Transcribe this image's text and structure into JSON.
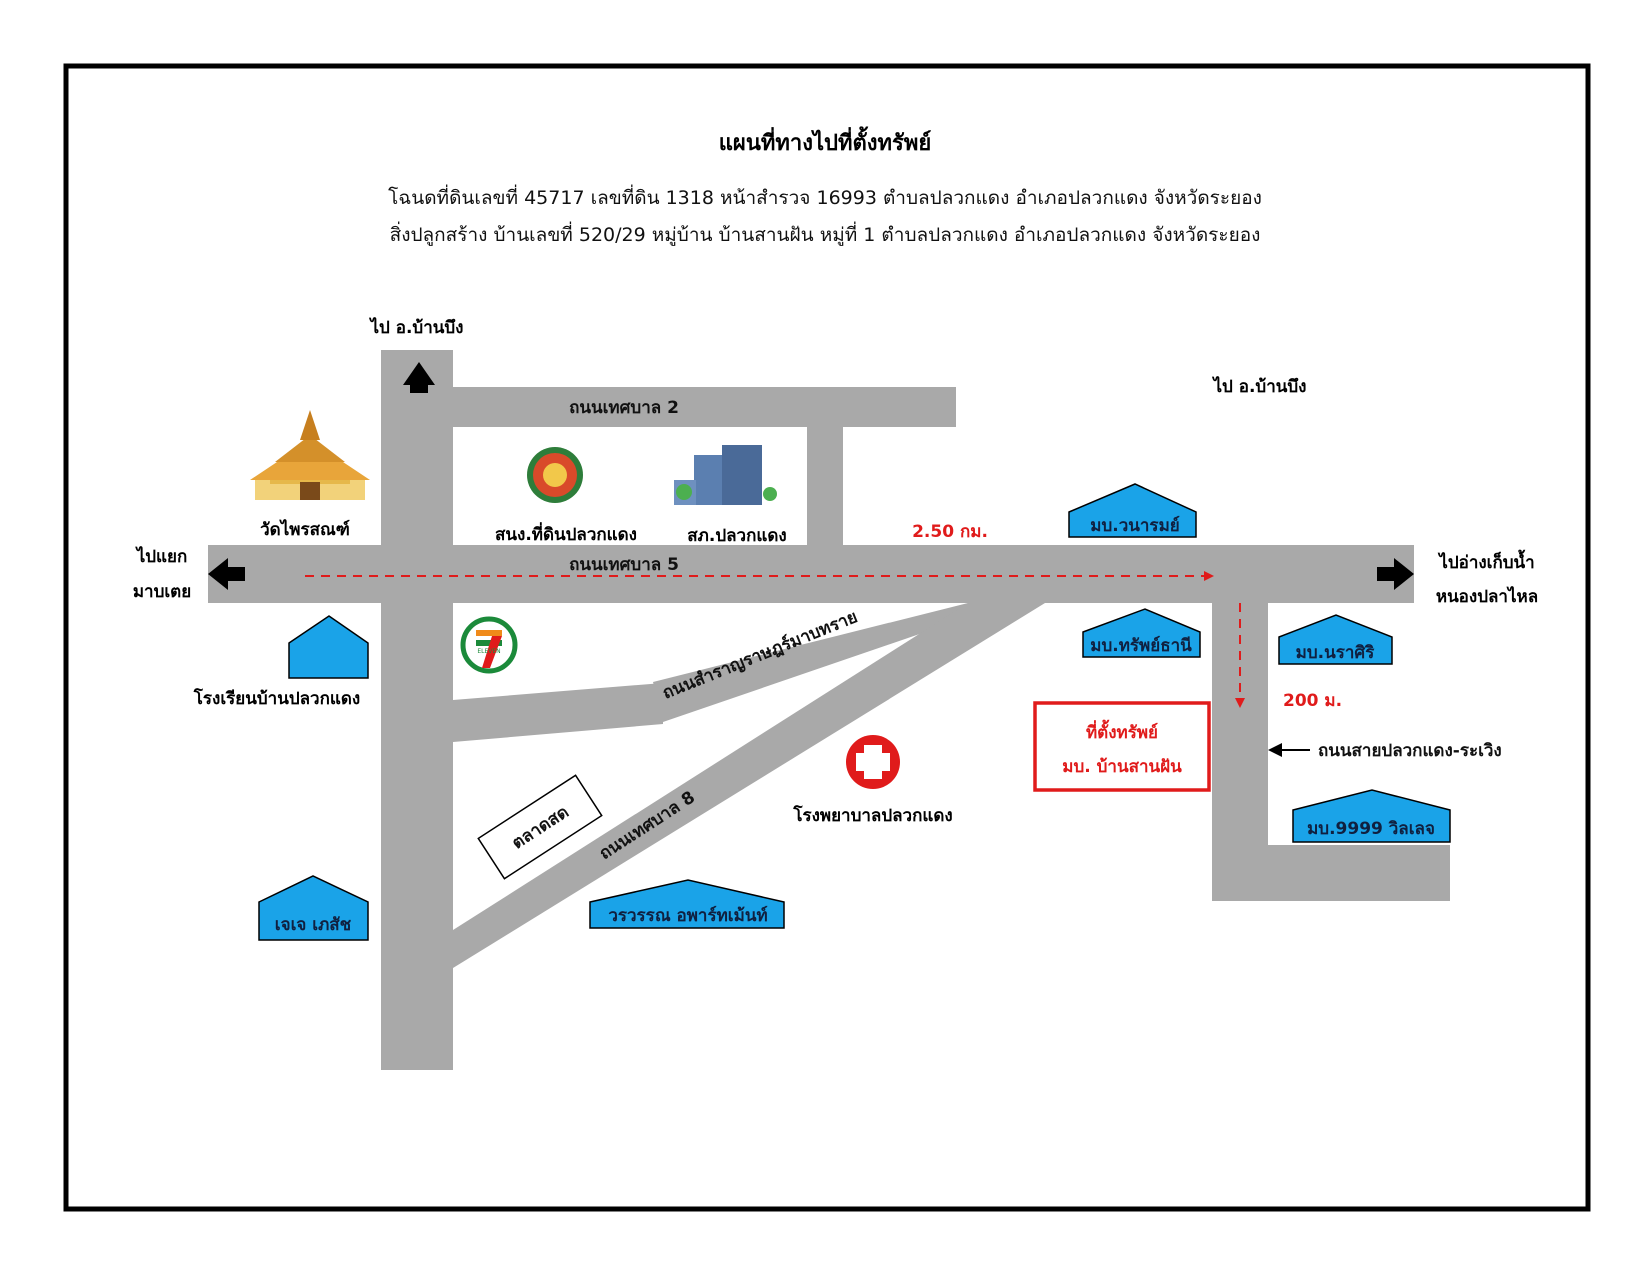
{
  "header": {
    "title": "แผนที่ทางไปที่ตั้งทรัพย์",
    "line1": "โฉนดที่ดินเลขที่ 45717  เลขที่ดิน 1318  หน้าสำรวจ 16993  ตำบลปลวกแดง  อำเภอปลวกแดง  จังหวัดระยอง",
    "line2": "สิ่งปลูกสร้าง  บ้านเลขที่ 520/29  หมู่บ้าน บ้านสานฝัน  หมู่ที่ 1  ตำบลปลวกแดง  อำเภอปลวกแดง  จังหวัดระยอง"
  },
  "directions": {
    "north": "ไป อ.บ้านบึง",
    "northeast": "ไป อ.บ้านบึง",
    "west_line1": "ไปแยก",
    "west_line2": "มาบเตย",
    "east_line1": "ไปอ่างเก็บน้ำ",
    "east_line2": "หนองปลาไหล"
  },
  "roads": {
    "r2": "ถนนเทศบาล 2",
    "r5": "ถนนเทศบาล 5",
    "r8": "ถนนเทศบาล 8",
    "diag": "ถนนสำราญราษฎร์มาบทราย",
    "side": "ถนนสายปลวกแดง-ระเวิง"
  },
  "distances": {
    "main": "2.50 กม.",
    "side": "200 ม."
  },
  "landmarks": {
    "temple": "วัดไพรสณฑ์",
    "land_office": "สนง.ที่ดินปลวกแดง",
    "police": "สภ.ปลวกแดง",
    "school": "โรงเรียนบ้านปลวกแดง",
    "market": "ตลาดสด",
    "hospital": "โรงพยาบาลปลวกแดง",
    "seven_eleven": "ELEVEN"
  },
  "buildings": {
    "wanarom": "มบ.วนารมย์",
    "subthani": "มบ.ทรัพย์ธานี",
    "narasiri": "มบ.นราศิริ",
    "village9999": "มบ.9999 วิลเลจ",
    "jj": "เจเจ เภสัช",
    "wanwan": "วรวรรณ อพาร์ทเม้นท์"
  },
  "property": {
    "line1": "ที่ตั้งทรัพย์",
    "line2": "มบ. บ้านสานฝัน"
  },
  "colors": {
    "road": "#a9a9a9",
    "building": "#1aa3e8",
    "accent": "#e01b1b"
  }
}
